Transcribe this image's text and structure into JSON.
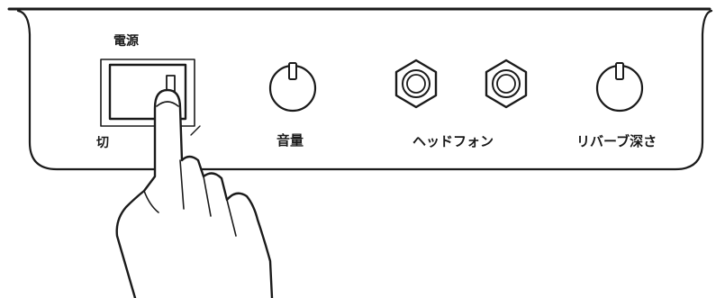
{
  "labels": {
    "power": "電源",
    "off": "切",
    "volume": "音量",
    "headphones": "ヘッドフォン",
    "reverb_depth": "リバーブ深さ"
  },
  "icons": {
    "power_switch": "rocker-switch-icon",
    "volume_knob": "knob-icon",
    "headphone_jack": "hex-jack-icon",
    "reverb_knob": "knob-icon",
    "hand": "pointing-hand-icon"
  },
  "colors": {
    "ink": "#1a1a1a",
    "panel": "#ffffff",
    "background": "#ffffff"
  }
}
